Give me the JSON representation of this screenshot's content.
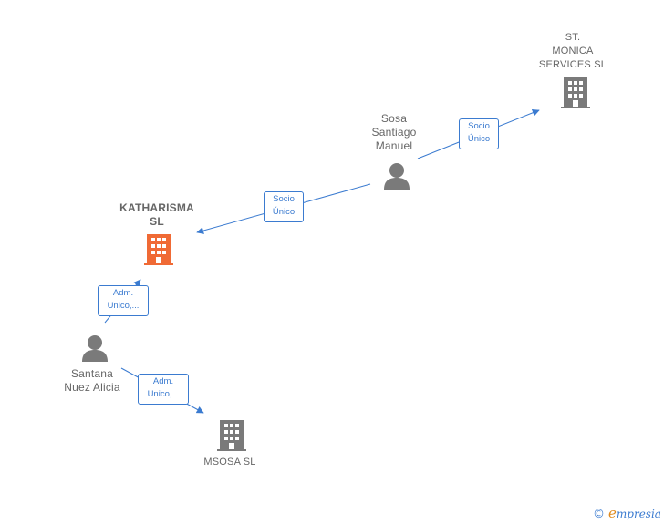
{
  "nodes": {
    "st_monica": {
      "lines": [
        "ST.",
        "MONICA",
        "SERVICES SL"
      ],
      "type": "company",
      "color": "#7a7a7a"
    },
    "sosa": {
      "lines": [
        "Sosa",
        "Santiago",
        "Manuel"
      ],
      "type": "person",
      "color": "#7a7a7a"
    },
    "katharisma": {
      "lines": [
        "KATHARISMA",
        "SL"
      ],
      "type": "company",
      "color": "#f06a35"
    },
    "santana": {
      "lines": [
        "Santana",
        "Nuez Alicia"
      ],
      "type": "person",
      "color": "#7a7a7a"
    },
    "msosa": {
      "lines": [
        "MSOSA SL"
      ],
      "type": "company",
      "color": "#7a7a7a"
    }
  },
  "edges": {
    "sosa_to_stmonica": {
      "lines": [
        "Socio",
        "Único"
      ]
    },
    "sosa_to_katharisma": {
      "lines": [
        "Socio",
        "Único"
      ]
    },
    "santana_to_katharisma": {
      "lines": [
        "Adm.",
        "Unico,..."
      ]
    },
    "santana_to_msosa": {
      "lines": [
        "Adm.",
        "Unico,..."
      ]
    }
  },
  "colors": {
    "edge": "#3b7bd0",
    "node_gray": "#7a7a7a",
    "highlight": "#f06a35"
  },
  "brand": {
    "copyright": "©",
    "name_initial": "e",
    "name_rest": "mpresia"
  }
}
